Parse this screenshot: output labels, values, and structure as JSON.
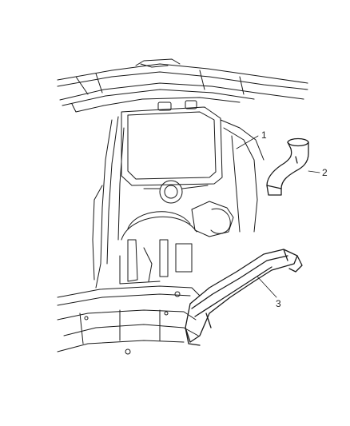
{
  "diagram": {
    "line_color": "#1a1a1a",
    "background": "#ffffff",
    "callouts": [
      {
        "label": "1"
      },
      {
        "label": "2"
      },
      {
        "label": "3"
      }
    ]
  }
}
